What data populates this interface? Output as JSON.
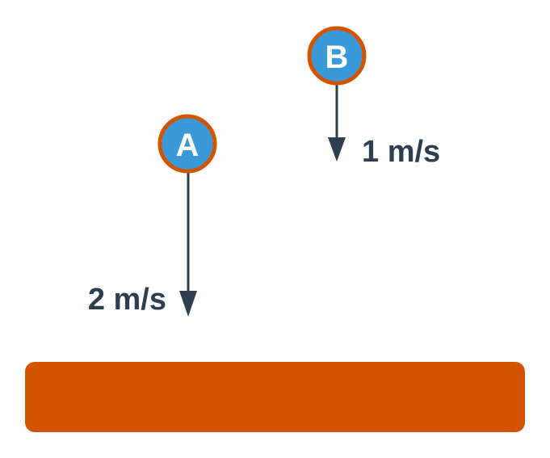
{
  "colors": {
    "ball_fill": "#3a9ad9",
    "ball_stroke": "#d35400",
    "arrow": "#2c3e50",
    "ground": "#d35400",
    "text": "#2c3e50"
  },
  "balls": [
    {
      "label": "A",
      "velocity_label": "2 m/s",
      "velocity_mps": 2
    },
    {
      "label": "B",
      "velocity_label": "1 m/s",
      "velocity_mps": 1
    }
  ]
}
